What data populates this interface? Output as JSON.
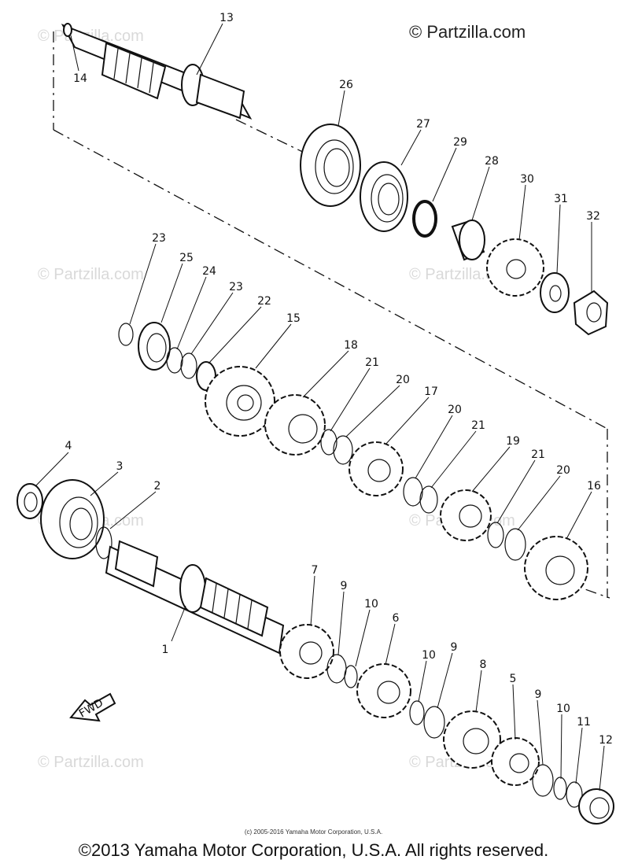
{
  "watermark": {
    "brand": "© Partzilla.com",
    "faint": "© Partzilla.com"
  },
  "small_copyright": "(c) 2005-2016 Yamaha Motor Corporation, U.S.A.",
  "footer_copyright": "©2013 Yamaha Motor Corporation, U.S.A. All rights reserved.",
  "fwd_label": "FWD",
  "callouts": [
    "13",
    "14",
    "26",
    "27",
    "29",
    "28",
    "30",
    "31",
    "32",
    "23",
    "25",
    "24",
    "23",
    "22",
    "15",
    "18",
    "21",
    "20",
    "17",
    "20",
    "21",
    "19",
    "21",
    "20",
    "16",
    "4",
    "3",
    "2",
    "7",
    "9",
    "10",
    "6",
    "10",
    "9",
    "8",
    "5",
    "9",
    "10",
    "11",
    "12",
    "1"
  ]
}
